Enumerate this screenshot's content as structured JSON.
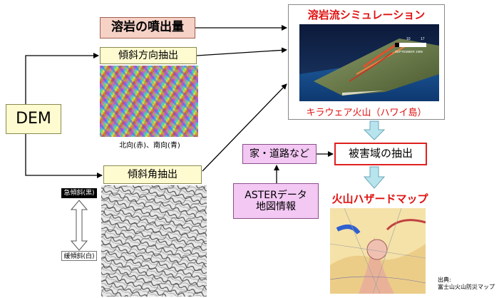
{
  "dem": {
    "label": "DEM"
  },
  "lava_volume": {
    "label": "溶岩の噴出量"
  },
  "aspect": {
    "label": "傾斜方向抽出",
    "caption": "北向(赤)、南向(青)"
  },
  "slope": {
    "label": "傾斜角抽出",
    "steep": "急傾斜(黒)",
    "gentle": "緩傾斜(白)"
  },
  "simulation": {
    "title": "溶岩流シミュレーション",
    "caption": "キラウェア火山（ハワイ島）",
    "legend_ticks": [
      "10",
      "17"
    ],
    "legend_text": "SEPTEMBER 1995"
  },
  "houses": {
    "label": "家・道路など"
  },
  "damage": {
    "label": "被害域の抽出"
  },
  "aster": {
    "line1": "ASTERデータ",
    "line2": "地図情報"
  },
  "hazard": {
    "title": "火山ハザードマップ",
    "source_line1": "出典:",
    "source_line2": "富士山火山防災マップ"
  },
  "colors": {
    "title_red": "#e01010",
    "yellow_box": "#fffbd0",
    "pink_box": "#f6d2c6",
    "magenta_box": "#f3c8f3",
    "teal_arrow": "#b8e4ee"
  }
}
